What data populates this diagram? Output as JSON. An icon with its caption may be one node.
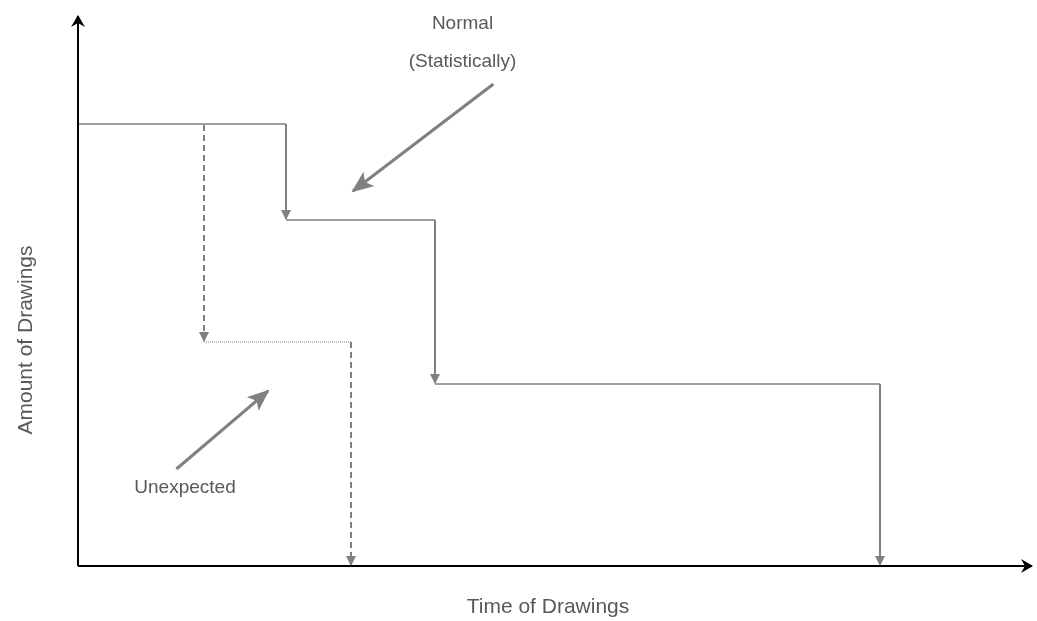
{
  "diagram": {
    "nodes": [
      {
        "text": [
          "Normal (Statistically)"
        ]
      },
      {
        "text": [
          "Unexpected"
        ]
      }
    ],
    "edges": [
      {
        "from": 0,
        "to": null,
        "arrow": "to"
      },
      {
        "from": 1,
        "to": null,
        "arrow": "to"
      }
    ],
    "labels": [
      "Amount of Drawings",
      "Time of Drawings"
    ]
  }
}
